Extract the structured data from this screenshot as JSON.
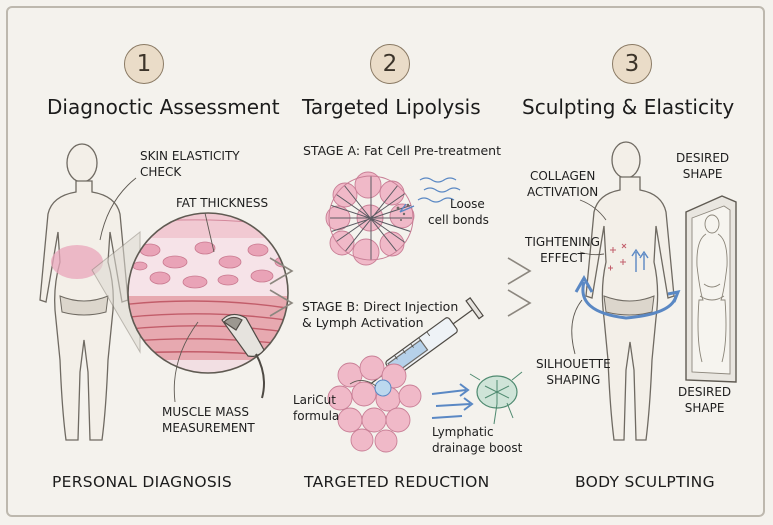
{
  "colors": {
    "background": "#f4f2ed",
    "fat": "#e8a9bd",
    "muscle": "#cf6f7a",
    "lymph": "#6aa189",
    "arrow_blue": "#5a88c4",
    "badge": "#eadcc8"
  },
  "columns": [
    {
      "number": "1",
      "title": "Diagnoctic Assessment",
      "footer": "PERSONAL DIAGNOSIS"
    },
    {
      "number": "2",
      "title": "Targeted Lipolysis",
      "footer": "TARGETED REDUCTION"
    },
    {
      "number": "3",
      "title": "Sculpting & Elasticity",
      "footer": "BODY SCULPTING"
    }
  ],
  "assessment": {
    "skin_elasticity": [
      "SKIN ELASTICITY",
      "CHECK"
    ],
    "fat_thickness": "FAT THICKNESS",
    "muscle_mass": [
      "MUSCLE MASS",
      "MEASUREMENT"
    ]
  },
  "lipolysis": {
    "stage_a": "STAGE A: Fat Cell Pre-treatment",
    "loose_bonds": [
      "Loose",
      "cell bonds"
    ],
    "stage_b": [
      "STAGE B: Direct Injection",
      "& Lymph Activation"
    ],
    "formula": [
      "LariCut",
      "formula"
    ],
    "drainage": [
      "Lymphatic",
      "drainage boost"
    ]
  },
  "sculpting": {
    "collagen": [
      "COLLAGEN",
      "ACTIVATION"
    ],
    "tightening": [
      "TIGHTENING",
      "EFFECT"
    ],
    "silhouette": [
      "SILHOUETTE",
      "SHAPING"
    ],
    "desired_top": [
      "DESIRED",
      "SHAPE"
    ],
    "desired_bottom": [
      "DESIRED",
      "SHAPE"
    ]
  }
}
